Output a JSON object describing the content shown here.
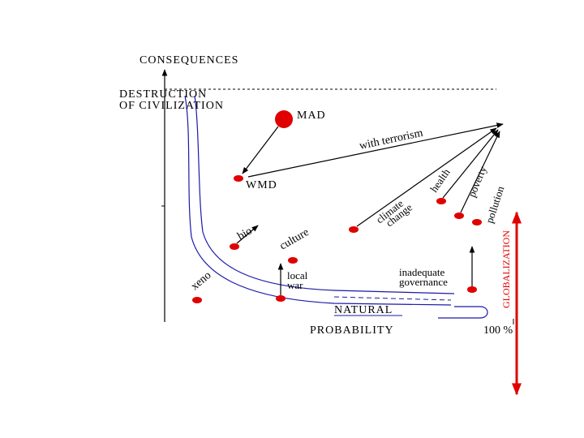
{
  "axes": {
    "y_title": "CONSEQUENCES",
    "x_title": "PROBABILITY",
    "x_max_label": "100 %",
    "top_level_label": [
      "DESTRUCTION",
      "OF CIVILIZATION"
    ]
  },
  "band_label": "NATURAL",
  "side_label": "GLOBALIZATION",
  "points": {
    "mad": "MAD",
    "wmd": "WMD",
    "xeno": "xeno",
    "bio": "bio",
    "culture": "culture",
    "local_war": [
      "local",
      "war"
    ],
    "climate_change": [
      "climate",
      "change"
    ],
    "health": "health",
    "poverty": "poverty",
    "pollution": "pollution",
    "inadequate_governance": [
      "inadequate",
      "governance"
    ]
  },
  "arrow_labels": {
    "terrorism": "with terrorism"
  },
  "colors": {
    "marker": "#e00000",
    "band": "#1a1aa8",
    "ink": "#000000"
  }
}
